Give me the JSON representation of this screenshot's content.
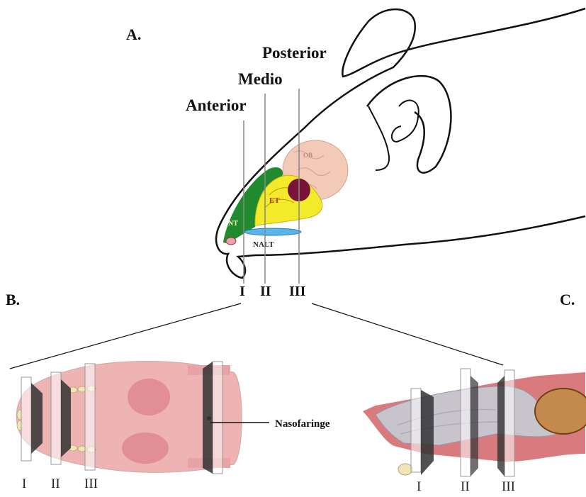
{
  "panels": {
    "a": "A.",
    "b": "B.",
    "c": "C."
  },
  "regions": {
    "posterior": "Posterior",
    "medio": "Medio",
    "anterior": "Anterior"
  },
  "structures": {
    "ob": "OB",
    "et": "ET",
    "nt": "NT",
    "nalt": "NALT"
  },
  "callout": "Nasofaringe",
  "section_marks_a": [
    "I",
    "II",
    "III"
  ],
  "section_marks_b": [
    "I",
    "II",
    "III"
  ],
  "section_marks_c": [
    "I",
    "II",
    "III"
  ],
  "colors": {
    "nt": "#1f8a2e",
    "et": "#f2ea2a",
    "ob": "#f3c9b8",
    "nalt": "#5ab4e8",
    "dot": "#7a1338",
    "palate": "#eeb3b3",
    "palate_dark": "#dc7f88",
    "cavity_outer": "#d97a7f",
    "cavity_inner": "#c8c4cc"
  }
}
